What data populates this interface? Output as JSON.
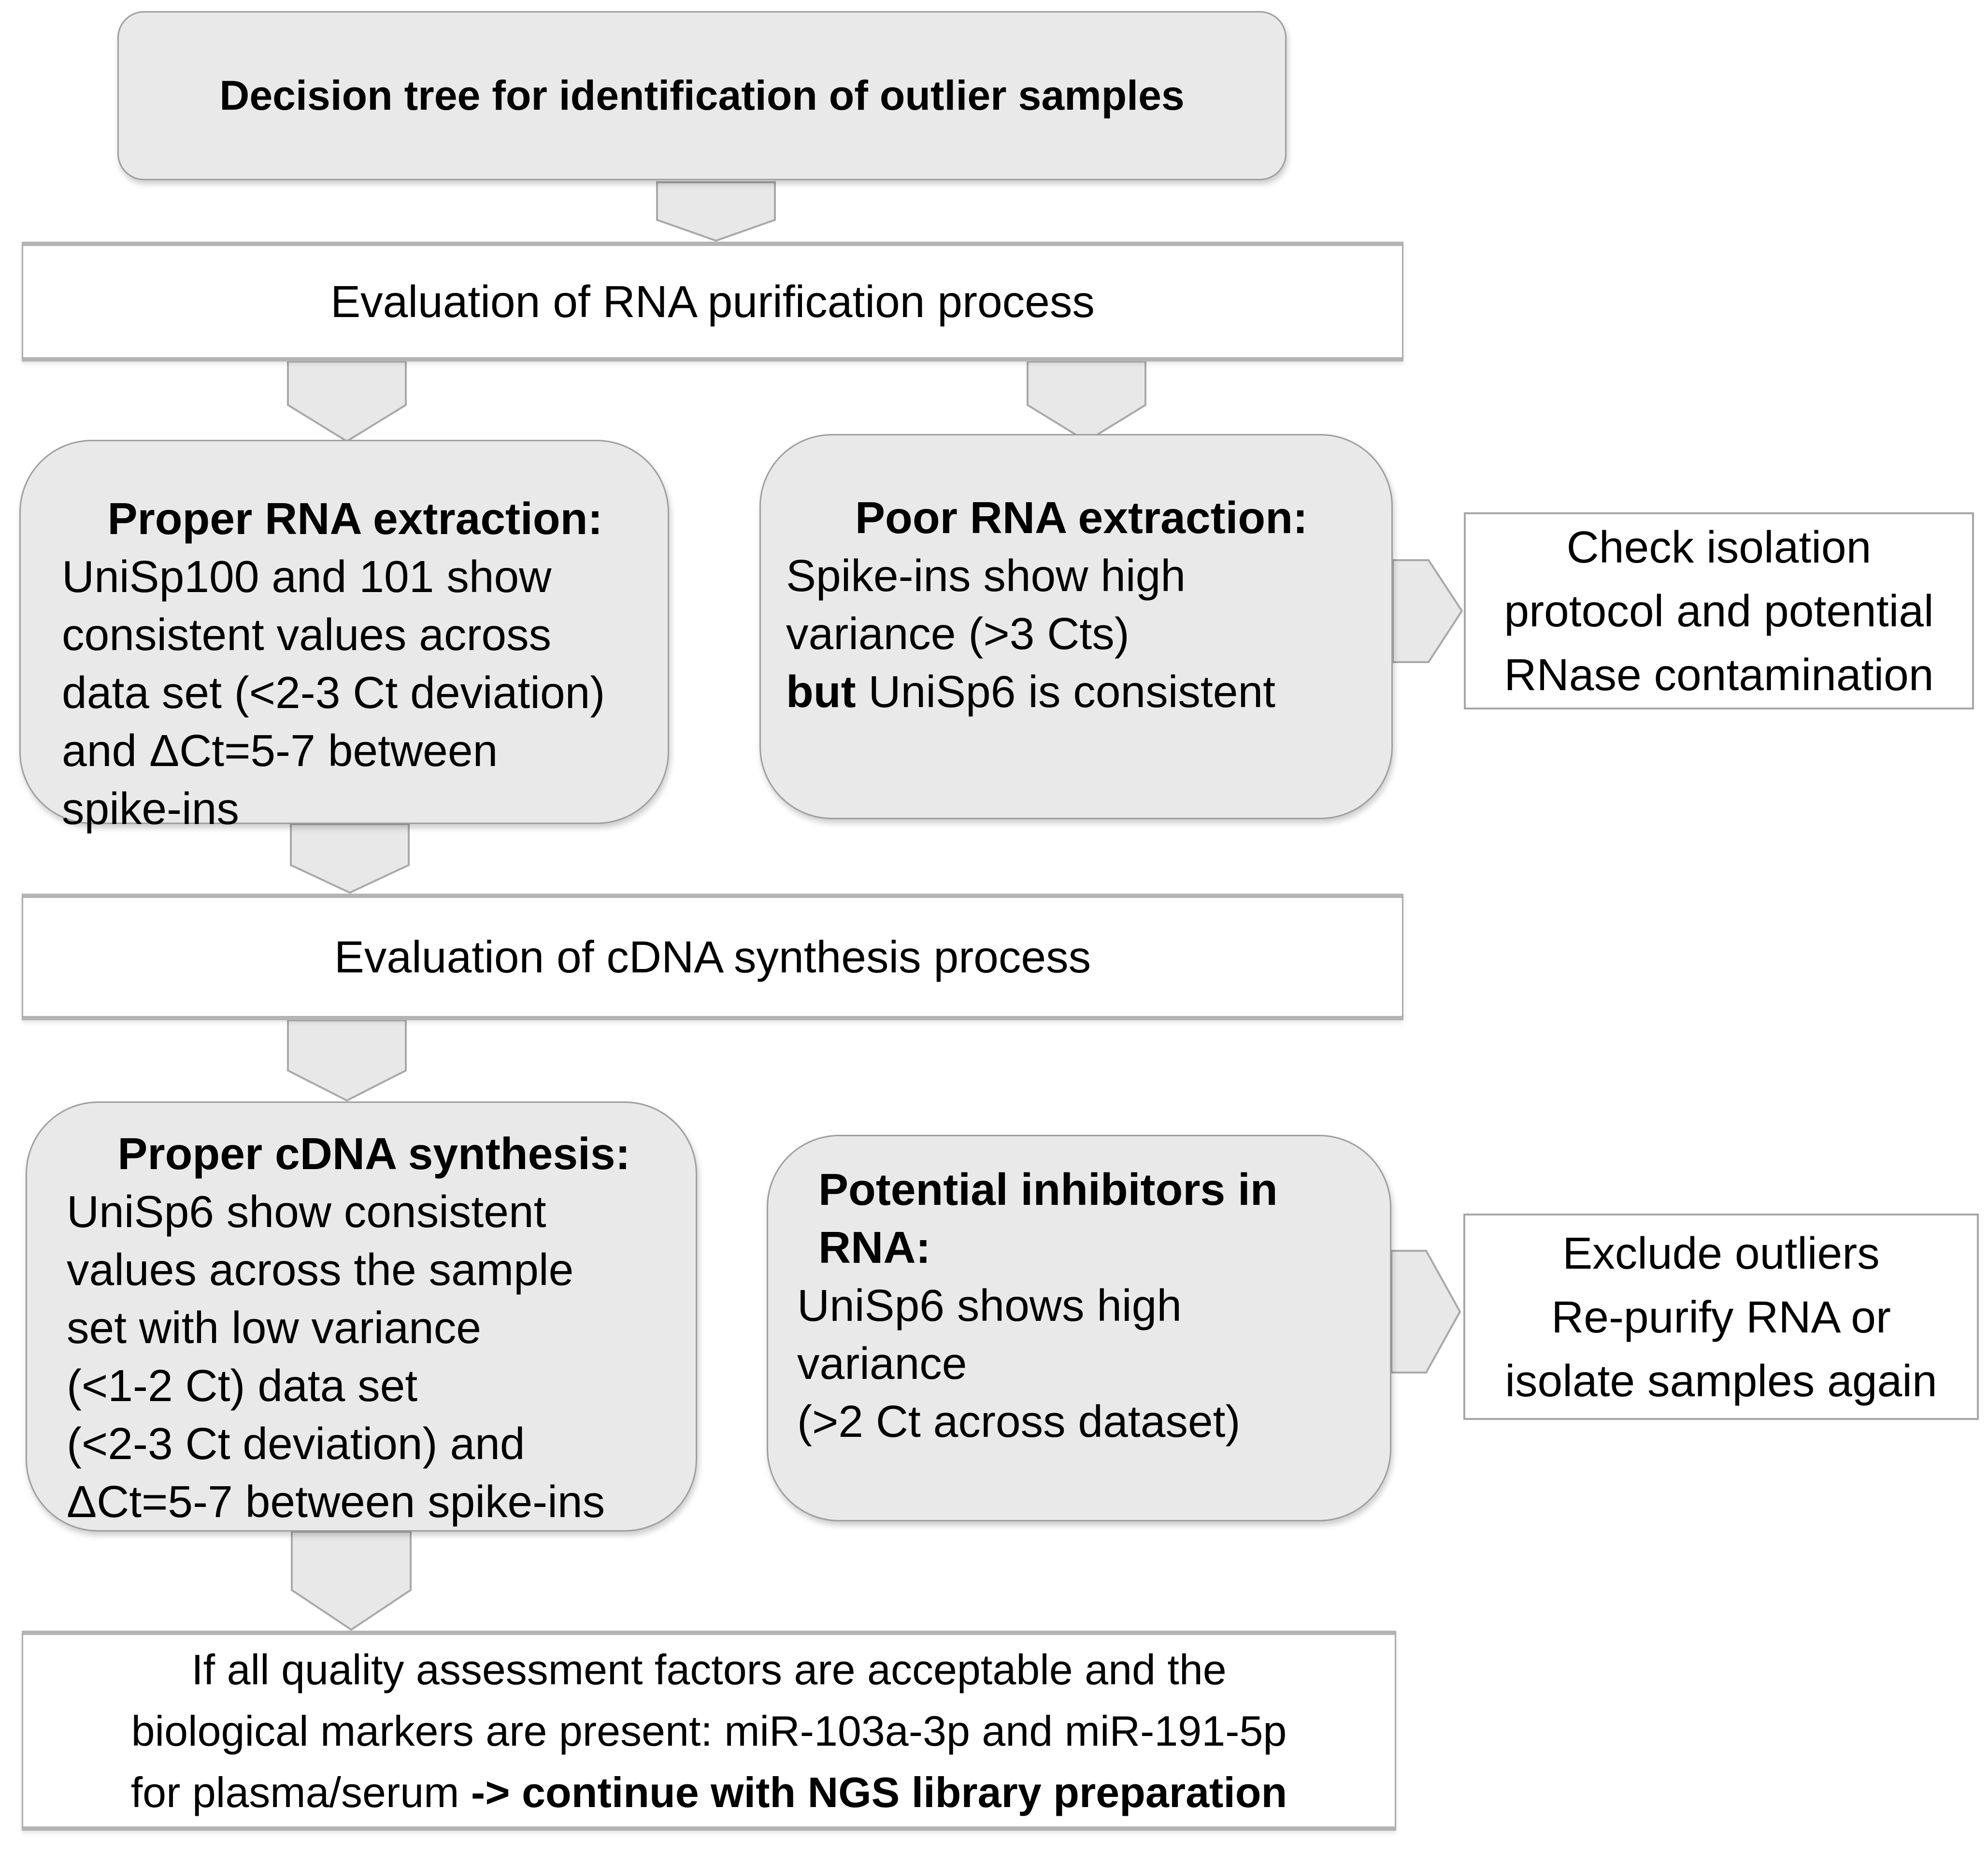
{
  "colors": {
    "box_fill": "#e9e9e9",
    "box_border": "#9f9f9f",
    "white_fill": "#ffffff",
    "white_border": "#ababab",
    "arrow_fill": "#e8e8e8",
    "arrow_border": "#a9a9a9",
    "text": "#000000"
  },
  "nodes": {
    "title": "Decision tree for identification of outlier samples",
    "eval_rna": "Evaluation of RNA purification process",
    "proper_rna": {
      "heading": "Proper RNA extraction:",
      "body": "UniSp100 and 101 show\nconsistent values across\ndata set (<2-3 Ct deviation)\nand ΔCt=5-7 between\nspike-ins"
    },
    "poor_rna": {
      "heading": "Poor RNA extraction:",
      "body_before": "Spike-ins show high\nvariance (>3 Cts)\n",
      "bold_word": "but",
      "body_after": " UniSp6 is consistent"
    },
    "check_isolation": "Check isolation\nprotocol and potential\nRNase contamination",
    "eval_cdna": "Evaluation of cDNA synthesis process",
    "proper_cdna": {
      "heading": "Proper cDNA synthesis:",
      "body": "UniSp6 show consistent\nvalues across the sample\nset with low variance\n(<1-2 Ct) data set\n(<2-3 Ct deviation) and\nΔCt=5-7 between spike-ins"
    },
    "inhibitors": {
      "heading": "Potential inhibitors in\nRNA:",
      "body": "UniSp6 shows high\nvariance\n(>2 Ct across dataset)"
    },
    "exclude": "Exclude outliers\nRe-purify RNA or\nisolate samples again",
    "final": {
      "regular": "If all quality assessment factors are acceptable and the\nbiological markers are present: miR-103a-3p and miR-191-5p\nfor plasma/serum ",
      "bold": "-> continue with NGS library preparation"
    }
  }
}
